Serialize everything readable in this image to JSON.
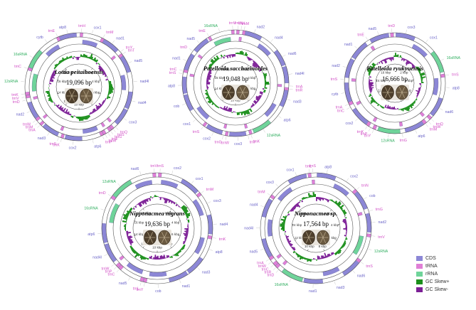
{
  "colors": {
    "cds": "#8c87d6",
    "trna": "#e07fd6",
    "rrna": "#6fd49a",
    "gc_skew_plus": "#1b8f1b",
    "gc_skew_minus": "#7c1f96",
    "ring_line": "#555555"
  },
  "legend": [
    {
      "key": "cds",
      "label": "CDS"
    },
    {
      "key": "trna",
      "label": "tRNA"
    },
    {
      "key": "rrna",
      "label": "rRNA"
    },
    {
      "key": "gc_skew_plus",
      "label": "GC Skew+"
    },
    {
      "key": "gc_skew_minus",
      "label": "GC Skew-"
    }
  ],
  "maps": [
    {
      "title": "Lottia peitaihoensis",
      "length": "19,096 bp",
      "ticks": [
        "2 kbp",
        "4 kbp",
        "6 kbp",
        "8 kbp",
        "10 kbp",
        "12 kbp",
        "14 kbp",
        "16 kbp",
        "18 kbp"
      ],
      "genes": [
        {
          "label": "trnH",
          "type": "trna"
        },
        {
          "label": "cox1",
          "type": "cds"
        },
        {
          "label": "trnM",
          "type": "trna"
        },
        {
          "label": "nad1",
          "type": "cds"
        },
        {
          "label": "trnY",
          "type": "trna"
        },
        {
          "label": "trnT",
          "type": "trna"
        },
        {
          "label": "nad5",
          "type": "cds"
        },
        {
          "label": "nad4l",
          "type": "cds"
        },
        {
          "label": "nad4",
          "type": "cds"
        },
        {
          "label": "cox3",
          "type": "cds"
        },
        {
          "label": "trnQ",
          "type": "trna"
        },
        {
          "label": "trnS",
          "type": "trna"
        },
        {
          "label": "trnG",
          "type": "trna"
        },
        {
          "label": "trnF",
          "type": "trna"
        },
        {
          "label": "trnW",
          "type": "trna"
        },
        {
          "label": "trnP",
          "type": "trna"
        },
        {
          "label": "atp6",
          "type": "cds"
        },
        {
          "label": "cox2",
          "type": "cds"
        },
        {
          "label": "trnK",
          "type": "trna"
        },
        {
          "label": "trnS",
          "type": "trna"
        },
        {
          "label": "nad3",
          "type": "cds"
        },
        {
          "label": "trnA",
          "type": "trna"
        },
        {
          "label": "trnM",
          "type": "trna"
        },
        {
          "label": "trnW",
          "type": "trna"
        },
        {
          "label": "nad2",
          "type": "cds"
        },
        {
          "label": "trnD",
          "type": "trna"
        },
        {
          "label": "trnV",
          "type": "trna"
        },
        {
          "label": "trnK",
          "type": "trna"
        },
        {
          "label": "12sRNA",
          "type": "rrna"
        },
        {
          "label": "trnC",
          "type": "trna"
        },
        {
          "label": "16sRNA",
          "type": "rrna"
        },
        {
          "label": "cytb",
          "type": "cds"
        },
        {
          "label": "trnE",
          "type": "trna"
        },
        {
          "label": "atp8",
          "type": "cds"
        }
      ]
    },
    {
      "title": "Patelloida saccharinoides",
      "length": "19,048 bp",
      "ticks": [
        "2 kbp",
        "4 kbp",
        "6 kbp",
        "8 kbp",
        "10 kbp",
        "12 kbp",
        "14 kbp",
        "16 kbp",
        "18 kbp"
      ],
      "genes": [
        {
          "label": "trnW",
          "type": "trna"
        },
        {
          "label": "trnK",
          "type": "trna"
        },
        {
          "label": "trnM",
          "type": "trna"
        },
        {
          "label": "nad2",
          "type": "cds"
        },
        {
          "label": "nad4",
          "type": "cds"
        },
        {
          "label": "nad6",
          "type": "cds"
        },
        {
          "label": "nad4l",
          "type": "cds"
        },
        {
          "label": "trnA",
          "type": "trna"
        },
        {
          "label": "trnR",
          "type": "trna"
        },
        {
          "label": "nad3",
          "type": "cds"
        },
        {
          "label": "atp6",
          "type": "cds"
        },
        {
          "label": "12sRNA",
          "type": "rrna"
        },
        {
          "label": "trnK",
          "type": "trna"
        },
        {
          "label": "trnF",
          "type": "trna"
        },
        {
          "label": "cox3",
          "type": "cds"
        },
        {
          "label": "trnW",
          "type": "trna"
        },
        {
          "label": "trnG",
          "type": "trna"
        },
        {
          "label": "cox2",
          "type": "cds"
        },
        {
          "label": "trnS",
          "type": "trna"
        },
        {
          "label": "cox1",
          "type": "cds"
        },
        {
          "label": "cob",
          "type": "cds"
        },
        {
          "label": "atp8",
          "type": "cds"
        },
        {
          "label": "trnS",
          "type": "trna"
        },
        {
          "label": "trnC",
          "type": "trna"
        },
        {
          "label": "nad1",
          "type": "cds"
        },
        {
          "label": "trnD",
          "type": "trna"
        },
        {
          "label": "nad5",
          "type": "cds"
        },
        {
          "label": "trnE",
          "type": "trna"
        },
        {
          "label": "16sRNA",
          "type": "rrna"
        },
        {
          "label": "trnV",
          "type": "trna"
        }
      ]
    },
    {
      "title": "Patelloida ryukyuensis",
      "length": "16,666 bp",
      "ticks": [
        "2 kbp",
        "4 kbp",
        "6 kbp",
        "8 kbp",
        "10 kbp",
        "12 kbp",
        "14 kbp",
        "16 kbp"
      ],
      "genes": [
        {
          "label": "cox3",
          "type": "cds"
        },
        {
          "label": "cox1",
          "type": "cds"
        },
        {
          "label": "16sRNA",
          "type": "rrna"
        },
        {
          "label": "trnS",
          "type": "trna"
        },
        {
          "label": "atp8",
          "type": "cds"
        },
        {
          "label": "nad6",
          "type": "cds"
        },
        {
          "label": "trnQ",
          "type": "trna"
        },
        {
          "label": "trnW",
          "type": "trna"
        },
        {
          "label": "trnM",
          "type": "trna"
        },
        {
          "label": "atp6",
          "type": "cds"
        },
        {
          "label": "trnG",
          "type": "trna"
        },
        {
          "label": "12sRNA",
          "type": "rrna"
        },
        {
          "label": "trnY",
          "type": "trna"
        },
        {
          "label": "trnP",
          "type": "trna"
        },
        {
          "label": "trnK",
          "type": "trna"
        },
        {
          "label": "cox2",
          "type": "cds"
        },
        {
          "label": "trnC",
          "type": "trna"
        },
        {
          "label": "trnA",
          "type": "trna"
        },
        {
          "label": "cytb",
          "type": "cds"
        },
        {
          "label": "trnS",
          "type": "trna"
        },
        {
          "label": "nad2",
          "type": "cds"
        },
        {
          "label": "nad1",
          "type": "cds"
        },
        {
          "label": "trnE",
          "type": "trna"
        },
        {
          "label": "nad5",
          "type": "cds"
        },
        {
          "label": "trnD",
          "type": "trna"
        }
      ]
    },
    {
      "title": "Nipponacmea nigrans",
      "length": "19,636 bp",
      "ticks": [
        "2 kbp",
        "4 kbp",
        "6 kbp",
        "8 kbp",
        "10 kbp",
        "12 kbp",
        "14 kbp",
        "16 kbp",
        "18 kbp"
      ],
      "genes": [
        {
          "label": "trnS",
          "type": "trna"
        },
        {
          "label": "cox2",
          "type": "cds"
        },
        {
          "label": "cox1",
          "type": "cds"
        },
        {
          "label": "trnM",
          "type": "trna"
        },
        {
          "label": "cox3",
          "type": "cds"
        },
        {
          "label": "nad4",
          "type": "cds"
        },
        {
          "label": "trnK",
          "type": "trna"
        },
        {
          "label": "atp8",
          "type": "cds"
        },
        {
          "label": "nad3",
          "type": "cds"
        },
        {
          "label": "nad1",
          "type": "cds"
        },
        {
          "label": "cob",
          "type": "cds"
        },
        {
          "label": "trnY",
          "type": "trna"
        },
        {
          "label": "trnL",
          "type": "trna"
        },
        {
          "label": "nad5",
          "type": "cds"
        },
        {
          "label": "trnC",
          "type": "trna"
        },
        {
          "label": "trnP",
          "type": "trna"
        },
        {
          "label": "trnW",
          "type": "trna"
        },
        {
          "label": "nad4l",
          "type": "cds"
        },
        {
          "label": "atp6",
          "type": "cds"
        },
        {
          "label": "16sRNA",
          "type": "rrna"
        },
        {
          "label": "trnD",
          "type": "trna"
        },
        {
          "label": "12sRNA",
          "type": "rrna"
        },
        {
          "label": "nad6",
          "type": "cds"
        },
        {
          "label": "trnV",
          "type": "trna"
        }
      ]
    },
    {
      "title": "Nipponacmea sp.",
      "length": "17,564 bp",
      "ticks": [
        "2 kbp",
        "4 kbp",
        "6 kbp",
        "8 kbp",
        "10 kbp",
        "12 kbp",
        "14 kbp",
        "16 kbp"
      ],
      "genes": [
        {
          "label": "atp8",
          "type": "cds"
        },
        {
          "label": "cox2",
          "type": "cds"
        },
        {
          "label": "trnN",
          "type": "trna"
        },
        {
          "label": "cob",
          "type": "cds"
        },
        {
          "label": "trnG",
          "type": "trna"
        },
        {
          "label": "nad2",
          "type": "cds"
        },
        {
          "label": "trnV",
          "type": "trna"
        },
        {
          "label": "12sRNA",
          "type": "rrna"
        },
        {
          "label": "trnS",
          "type": "trna"
        },
        {
          "label": "nad6",
          "type": "cds"
        },
        {
          "label": "nad3",
          "type": "cds"
        },
        {
          "label": "nad1",
          "type": "cds"
        },
        {
          "label": "16sRNA",
          "type": "rrna"
        },
        {
          "label": "trnD",
          "type": "trna"
        },
        {
          "label": "trnR",
          "type": "trna"
        },
        {
          "label": "trnC",
          "type": "trna"
        },
        {
          "label": "trnW",
          "type": "trna"
        },
        {
          "label": "trnA",
          "type": "trna"
        },
        {
          "label": "nad5",
          "type": "cds"
        },
        {
          "label": "nad4l",
          "type": "cds"
        },
        {
          "label": "nad4",
          "type": "cds"
        },
        {
          "label": "trnM",
          "type": "trna"
        },
        {
          "label": "cox3",
          "type": "cds"
        },
        {
          "label": "cox1",
          "type": "cds"
        },
        {
          "label": "trnL",
          "type": "trna"
        },
        {
          "label": "trnS",
          "type": "trna"
        }
      ]
    }
  ]
}
